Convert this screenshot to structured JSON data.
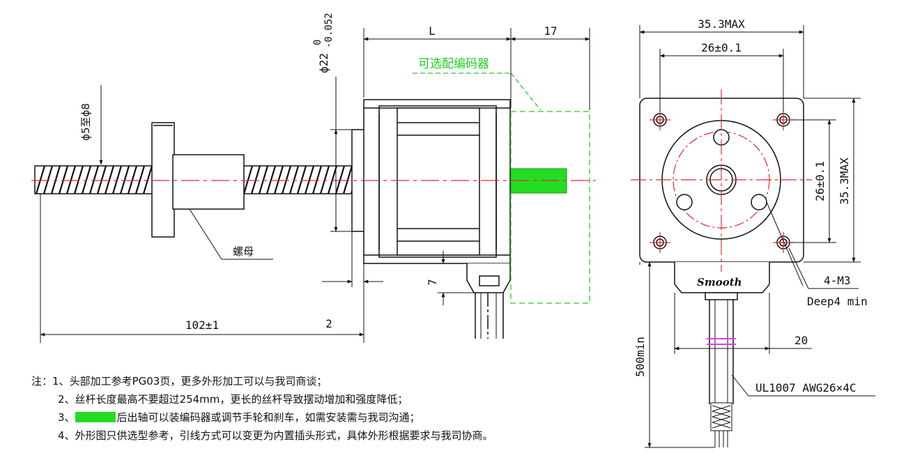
{
  "colors": {
    "line": "#111111",
    "centerline": "#e8262a",
    "optional": "#22cc22",
    "cable_mark": "#e040e0"
  },
  "side_view": {
    "dim_L": "L",
    "dim_17": "17",
    "dim_diam22": "ϕ22",
    "dim_diam22_tol_upper": "0",
    "dim_diam22_tol_lower": "-0.052",
    "dim_screw_diam": "ϕ5至ϕ8",
    "dim_2": "2",
    "dim_7": "7",
    "dim_102": "102±1",
    "nut_label": "螺母",
    "encoder_label": "可选配编码器"
  },
  "end_view": {
    "dim_353max_top": "35.3MAX",
    "dim_26_top": "26±0.1",
    "dim_26_side": "26±0.1",
    "dim_353max_side": "35.3MAX",
    "hole_label": "4-M3",
    "depth_label": "Deep4 min",
    "logo": "Smooth",
    "dim_20": "20",
    "dim_500min": "500min",
    "cable_label": "UL1007 AWG26×4C"
  },
  "notes": {
    "prefix": "注：",
    "items": [
      {
        "num": "1、",
        "text": "头部加工参考PG03页，更多外形加工可以与我司商谈；"
      },
      {
        "num": "2、",
        "text": "丝杆长度最高不要超过254mm，更长的丝杆导致摆动增加和强度降低；"
      },
      {
        "num": "3、",
        "text": "后出轴可以装编码器或调节手轮和刹车，如需安装需与我司沟通；"
      },
      {
        "num": "4、",
        "text": "外形图只供选型参考，引线方式可以变更为内置插头形式，具体外形根据要求与我司协商。"
      }
    ]
  }
}
